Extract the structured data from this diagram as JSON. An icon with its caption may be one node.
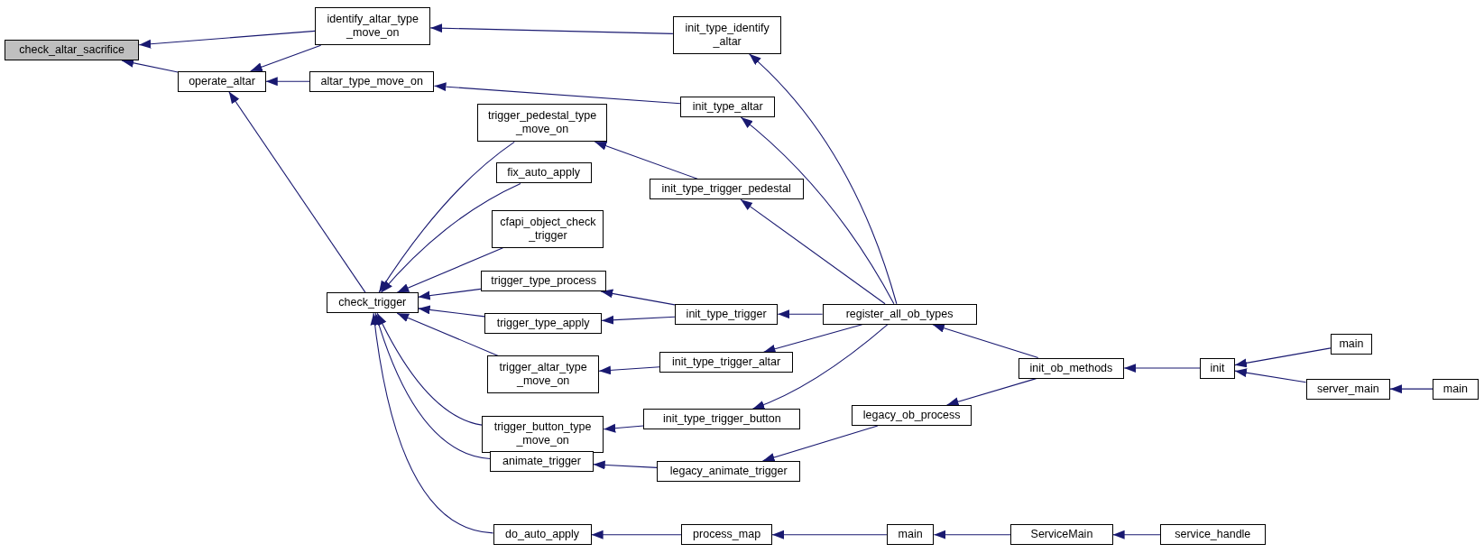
{
  "diagram": {
    "nodes": [
      {
        "text": [
          "check_altar_sacrifice"
        ]
      },
      {
        "text": [
          "identify_altar_type _move_on"
        ]
      },
      {
        "text": [
          "operate_altar"
        ]
      },
      {
        "text": [
          "init_type_identify _altar"
        ]
      },
      {
        "text": [
          "altar_type_move_on"
        ]
      },
      {
        "text": [
          "init_type_altar"
        ]
      },
      {
        "text": [
          "trigger_pedestal_type _move_on"
        ]
      },
      {
        "text": [
          "fix_auto_apply"
        ]
      },
      {
        "text": [
          "init_type_trigger_pedestal"
        ]
      },
      {
        "text": [
          "cfapi_object_check _trigger"
        ]
      },
      {
        "text": [
          "check_trigger"
        ]
      },
      {
        "text": [
          "trigger_type_process"
        ]
      },
      {
        "text": [
          "init_type_trigger"
        ]
      },
      {
        "text": [
          "register_all_ob_types"
        ]
      },
      {
        "text": [
          "trigger_type_apply"
        ]
      },
      {
        "text": [
          "trigger_altar_type _move_on"
        ]
      },
      {
        "text": [
          "init_type_trigger_altar"
        ]
      },
      {
        "text": [
          "init_ob_methods"
        ]
      },
      {
        "text": [
          "init"
        ]
      },
      {
        "text": [
          "main"
        ]
      },
      {
        "text": [
          "server_main"
        ]
      },
      {
        "text": [
          "main"
        ]
      },
      {
        "text": [
          "trigger_button_type _move_on"
        ]
      },
      {
        "text": [
          "init_type_trigger_button"
        ]
      },
      {
        "text": [
          "legacy_ob_process"
        ]
      },
      {
        "text": [
          "animate_trigger"
        ]
      },
      {
        "text": [
          "legacy_animate_trigger"
        ]
      },
      {
        "text": [
          "do_auto_apply"
        ]
      },
      {
        "text": [
          "process_map"
        ]
      },
      {
        "text": [
          "main"
        ]
      },
      {
        "text": [
          "ServiceMain"
        ]
      },
      {
        "text": [
          "service_handle"
        ]
      }
    ],
    "edges": [
      {
        "from": 1,
        "to": 0,
        "arrow": "to"
      },
      {
        "from": 2,
        "to": 0,
        "arrow": "to"
      },
      {
        "from": 3,
        "to": 1,
        "arrow": "to"
      },
      {
        "from": 1,
        "to": 2,
        "arrow": "to"
      },
      {
        "from": 4,
        "to": 2,
        "arrow": "to"
      },
      {
        "from": 10,
        "to": 2,
        "arrow": "to"
      },
      {
        "from": 5,
        "to": 4,
        "arrow": "to"
      },
      {
        "from": 6,
        "to": 10,
        "arrow": "to"
      },
      {
        "from": 7,
        "to": 10,
        "arrow": "to"
      },
      {
        "from": 9,
        "to": 10,
        "arrow": "to"
      },
      {
        "from": 11,
        "to": 10,
        "arrow": "to"
      },
      {
        "from": 14,
        "to": 10,
        "arrow": "to"
      },
      {
        "from": 15,
        "to": 10,
        "arrow": "to"
      },
      {
        "from": 22,
        "to": 10,
        "arrow": "to"
      },
      {
        "from": 25,
        "to": 10,
        "arrow": "to"
      },
      {
        "from": 27,
        "to": 10,
        "arrow": "to"
      },
      {
        "from": 13,
        "to": 3,
        "arrow": "to"
      },
      {
        "from": 13,
        "to": 5,
        "arrow": "to"
      },
      {
        "from": 8,
        "to": 6,
        "arrow": "to"
      },
      {
        "from": 13,
        "to": 8,
        "arrow": "to"
      },
      {
        "from": 12,
        "to": 11,
        "arrow": "to"
      },
      {
        "from": 12,
        "to": 14,
        "arrow": "to"
      },
      {
        "from": 13,
        "to": 12,
        "arrow": "to"
      },
      {
        "from": 16,
        "to": 15,
        "arrow": "to"
      },
      {
        "from": 13,
        "to": 16,
        "arrow": "to"
      },
      {
        "from": 23,
        "to": 22,
        "arrow": "to"
      },
      {
        "from": 13,
        "to": 23,
        "arrow": "to"
      },
      {
        "from": 26,
        "to": 25,
        "arrow": "to"
      },
      {
        "from": 24,
        "to": 26,
        "arrow": "to"
      },
      {
        "from": 17,
        "to": 24,
        "arrow": "to"
      },
      {
        "from": 17,
        "to": 13,
        "arrow": "to"
      },
      {
        "from": 18,
        "to": 17,
        "arrow": "to"
      },
      {
        "from": 19,
        "to": 18,
        "arrow": "to"
      },
      {
        "from": 20,
        "to": 18,
        "arrow": "to"
      },
      {
        "from": 21,
        "to": 20,
        "arrow": "to"
      },
      {
        "from": 28,
        "to": 27,
        "arrow": "to"
      },
      {
        "from": 29,
        "to": 28,
        "arrow": "to"
      },
      {
        "from": 30,
        "to": 29,
        "arrow": "to"
      },
      {
        "from": 31,
        "to": 30,
        "arrow": "to"
      }
    ]
  }
}
